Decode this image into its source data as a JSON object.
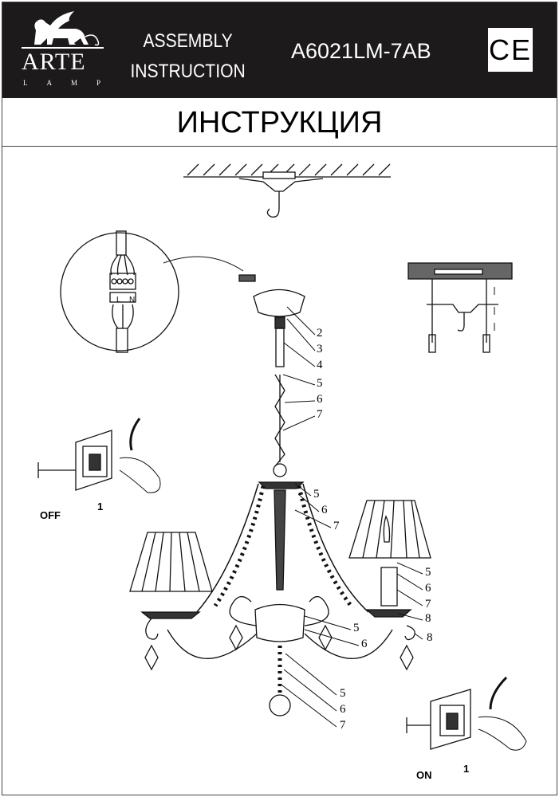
{
  "header": {
    "logo_word": "ARTE",
    "logo_sub": "LAMP",
    "doc_type_line1": "ASSEMBLY",
    "doc_type_line2": "INSTRUCTION",
    "model": "A6021LM-7AB",
    "certification_mark": "CE"
  },
  "title": "ИНСТРУКЦИЯ",
  "wiring_terminal": {
    "left": "L",
    "right": "N"
  },
  "callouts_canopy": [
    "2",
    "3",
    "4",
    "5",
    "6",
    "7"
  ],
  "callouts_body": [
    "5",
    "6",
    "7"
  ],
  "callouts_shade": [
    "5",
    "6",
    "7",
    "8",
    "8"
  ],
  "callouts_arm": [
    "5",
    "6"
  ],
  "callouts_bottom": [
    "5",
    "6",
    "7"
  ],
  "switch_off": {
    "state": "OFF",
    "step": "1"
  },
  "switch_on": {
    "state": "ON",
    "step": "1"
  }
}
